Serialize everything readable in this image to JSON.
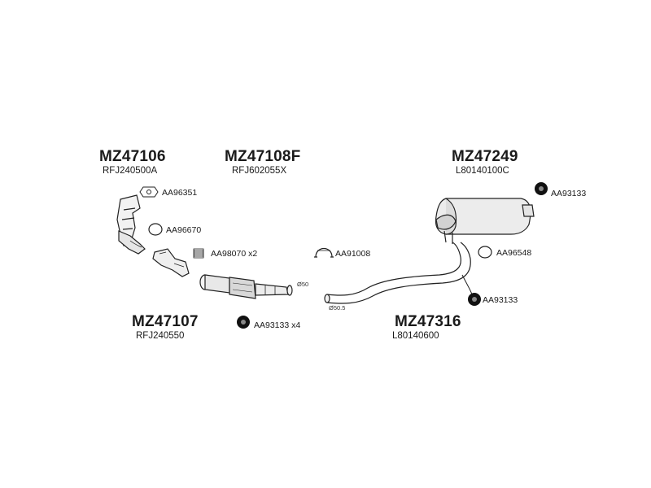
{
  "assemblies": [
    {
      "id": "a1",
      "code": "MZ47106",
      "reference": "RFJ240500A"
    },
    {
      "id": "a2",
      "code": "MZ47108F",
      "reference": "RFJ602055X"
    },
    {
      "id": "a3",
      "code": "MZ47249",
      "reference": "L80140100C"
    },
    {
      "id": "a4",
      "code": "MZ47107",
      "reference": "RFJ240550"
    },
    {
      "id": "a5",
      "code": "MZ47316",
      "reference": "L80140600"
    }
  ],
  "accessories": [
    {
      "id": "b1",
      "label": "AA96351",
      "icon": "bracket-icon"
    },
    {
      "id": "b2",
      "label": "AA96670",
      "icon": "gasket-ring-icon"
    },
    {
      "id": "b3",
      "label": "AA98070 x2",
      "icon": "spring-bolt-icon"
    },
    {
      "id": "b4",
      "label": "AA91008",
      "icon": "pipe-clamp-icon"
    },
    {
      "id": "b5",
      "label": "AA93133 x4",
      "icon": "rubber-mount-icon"
    },
    {
      "id": "b6",
      "label": "AA93133",
      "icon": "rubber-mount-icon"
    },
    {
      "id": "b7",
      "label": "AA96548",
      "icon": "gasket-ring-icon"
    },
    {
      "id": "b8",
      "label": "AA93133",
      "icon": "rubber-mount-icon"
    }
  ],
  "diameters": [
    {
      "id": "d1",
      "label": "Ø50"
    },
    {
      "id": "d2",
      "label": "Ø50.5"
    }
  ]
}
